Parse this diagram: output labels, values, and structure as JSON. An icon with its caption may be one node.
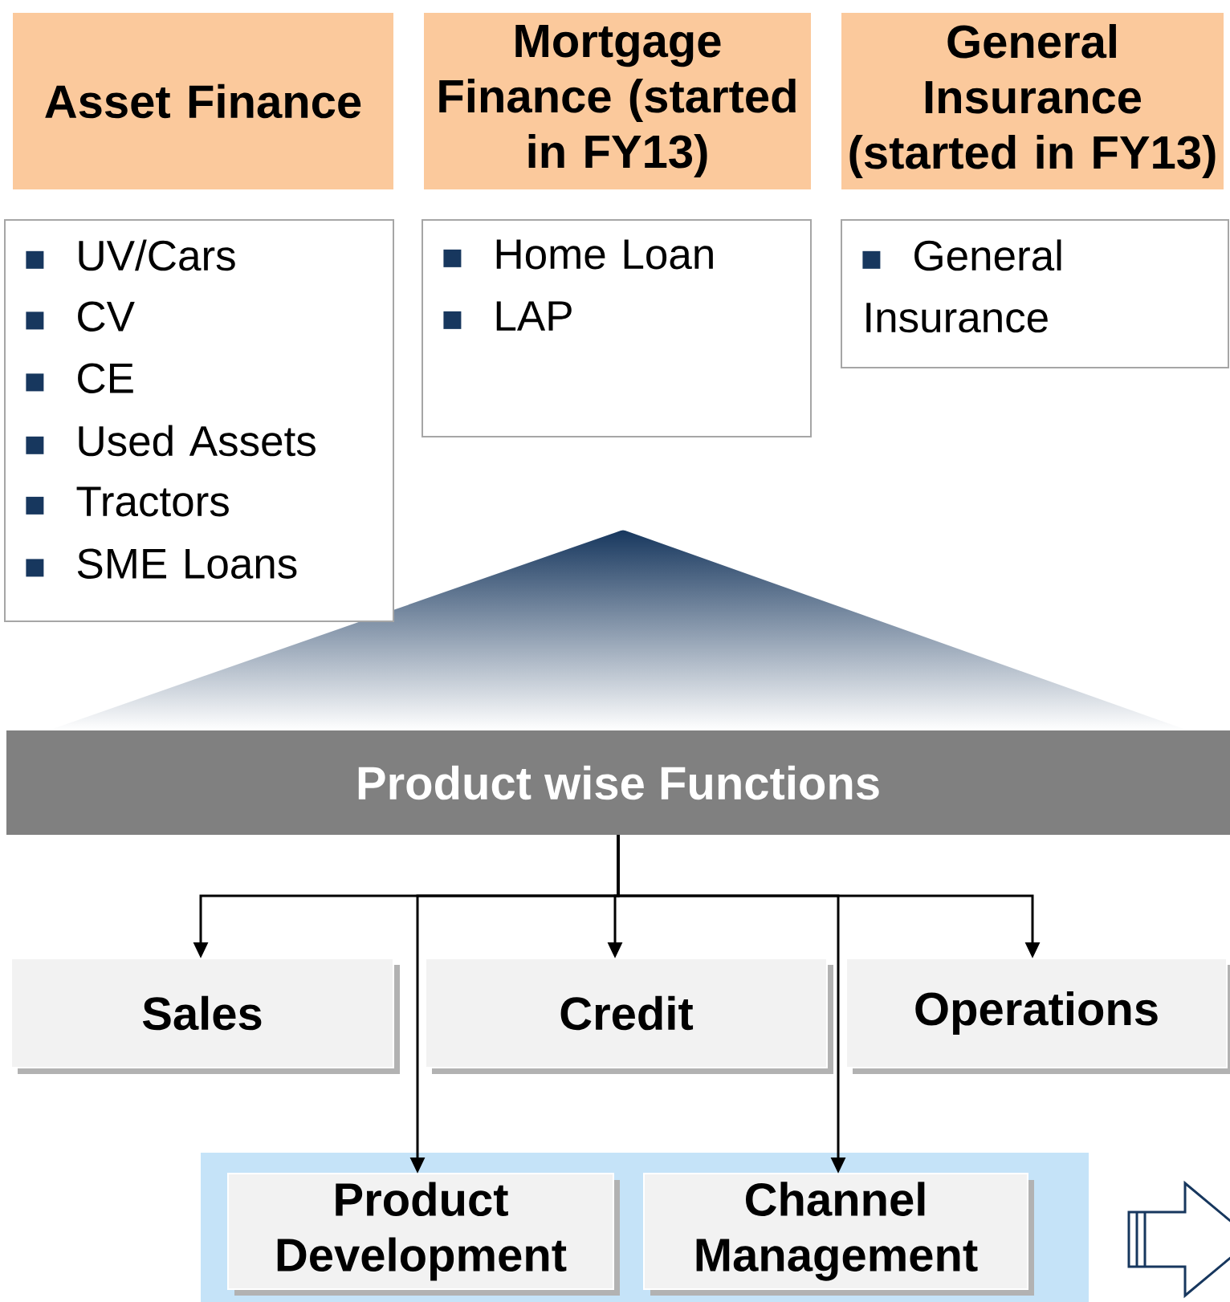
{
  "diagram": {
    "nodes": [
      {
        "text": [
          "Asset Finance"
        ]
      },
      {
        "text": [
          "Mortgage Finance (started in FY13)"
        ]
      },
      {
        "text": [
          "General Insurance (started in FY13)"
        ]
      },
      {
        "text": [
          "UV/Cars",
          "CV",
          "CE",
          "Used Assets",
          "Tractors",
          "SME Loans"
        ]
      },
      {
        "text": [
          "Home Loan",
          "LAP"
        ]
      },
      {
        "text": [
          "General Insurance"
        ]
      },
      {
        "text": [
          "Product wise Functions"
        ]
      },
      {
        "text": [
          "Sales"
        ]
      },
      {
        "text": [
          "Credit"
        ]
      },
      {
        "text": [
          "Operations"
        ]
      },
      {
        "text": [],
        "shape": "box"
      },
      {
        "text": [
          "Product Development"
        ],
        "in": 10
      },
      {
        "text": [
          "Channel Management"
        ],
        "in": 10
      }
    ],
    "edges": [
      {
        "from": 6,
        "to": 7,
        "arrow": "to"
      },
      {
        "from": 6,
        "to": 11,
        "arrow": "to"
      },
      {
        "from": 6,
        "to": 8,
        "arrow": "to"
      },
      {
        "from": 6,
        "to": 12,
        "arrow": "to"
      },
      {
        "from": 6,
        "to": 9,
        "arrow": "to"
      }
    ]
  }
}
